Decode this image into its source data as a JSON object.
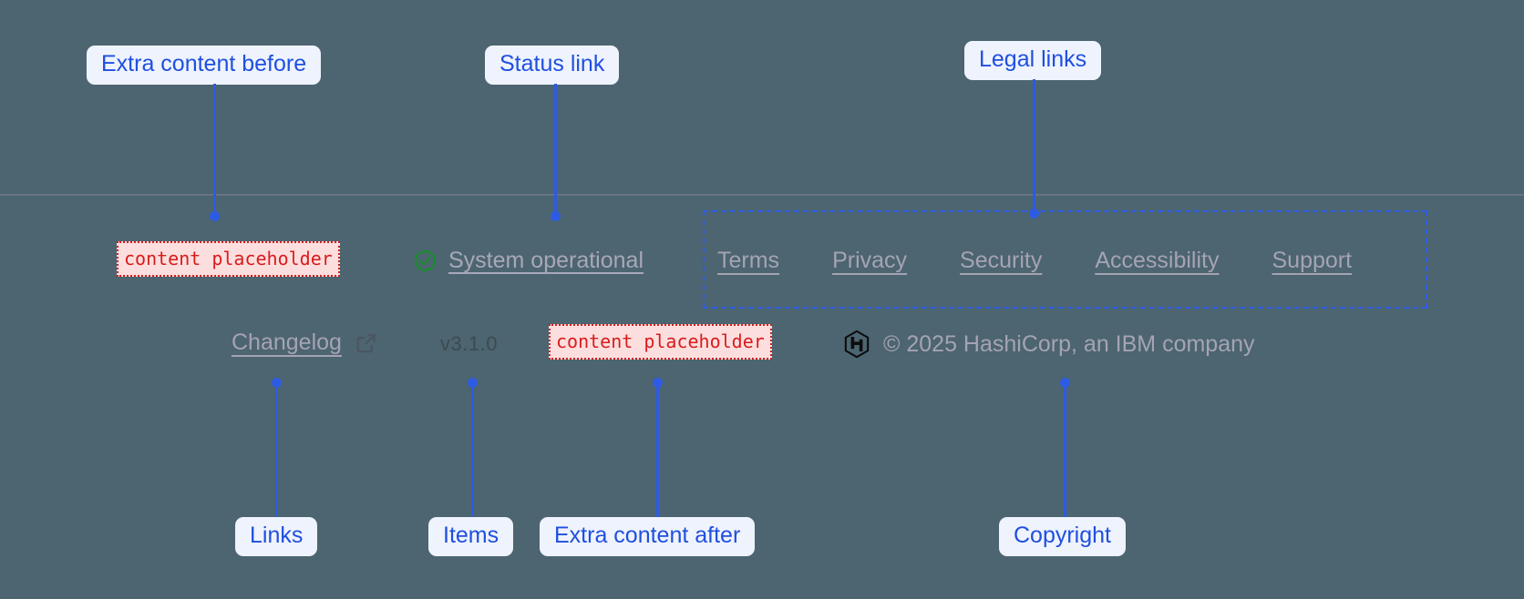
{
  "page": {
    "background_color": "#4c6570",
    "divider_color": "#6d7788"
  },
  "footer": {
    "extra_before": {
      "text": "content placeholder"
    },
    "status": {
      "icon": "check-circle-icon",
      "icon_color": "#1a8a2e",
      "label": "System operational"
    },
    "legal_links": [
      {
        "label": "Terms"
      },
      {
        "label": "Privacy"
      },
      {
        "label": "Security"
      },
      {
        "label": "Accessibility"
      },
      {
        "label": "Support"
      }
    ],
    "links": [
      {
        "label": "Changelog",
        "icon": "external-link-icon"
      }
    ],
    "items": [
      {
        "label": "v3.1.0"
      }
    ],
    "extra_after": {
      "text": "content placeholder"
    },
    "copyright": {
      "logo": "hashicorp-logo",
      "text": "© 2025 HashiCorp, an IBM company"
    }
  },
  "annotations": {
    "accent_color": "#2d5be3",
    "label_bg": "#eef3fd",
    "items": [
      {
        "id": "extra-content-before",
        "label": "Extra content before"
      },
      {
        "id": "status-link",
        "label": "Status link"
      },
      {
        "id": "legal-links",
        "label": "Legal links"
      },
      {
        "id": "links",
        "label": "Links"
      },
      {
        "id": "items",
        "label": "Items"
      },
      {
        "id": "extra-content-after",
        "label": "Extra content after"
      },
      {
        "id": "copyright",
        "label": "Copyright"
      }
    ]
  }
}
